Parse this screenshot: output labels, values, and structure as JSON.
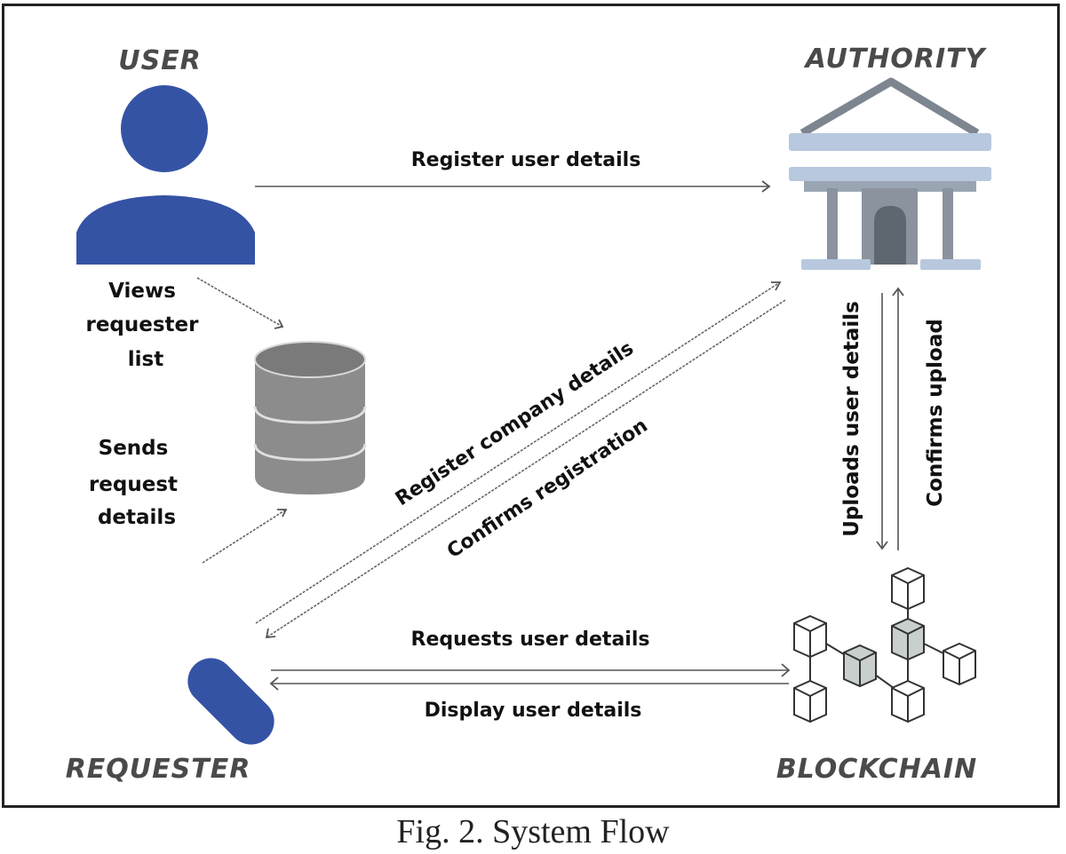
{
  "figure": {
    "caption": "Fig. 2. System Flow"
  },
  "colors": {
    "actor_blue": "#3553a5",
    "authority_light": "#b8c8de",
    "authority_mid": "#8a939e",
    "authority_dark": "#5e6670",
    "database_gray": "#8c8c8c",
    "label_gray": "#4a4a4a"
  },
  "nodes": {
    "user": {
      "label": "USER",
      "icon": "person-icon"
    },
    "authority": {
      "label": "AUTHORITY",
      "icon": "bank-building-icon"
    },
    "database": {
      "label": "",
      "icon": "database-icon"
    },
    "requester": {
      "label": "REQUESTER",
      "icon": "person-tilted-icon"
    },
    "blockchain": {
      "label": "BLOCKCHAIN",
      "icon": "blockchain-cubes-icon"
    }
  },
  "flows": {
    "register_user_details": "Register user details",
    "views_requester_list": [
      "Views",
      "requester",
      "list"
    ],
    "sends_request_details": [
      "Sends",
      "request",
      "details"
    ],
    "register_company_details": "Register company details",
    "confirms_registration": "Confirms registration",
    "uploads_user_details": "Uploads user details",
    "confirms_upload": "Confirms upload",
    "requests_user_details": "Requests user details",
    "display_user_details": "Display user details"
  }
}
